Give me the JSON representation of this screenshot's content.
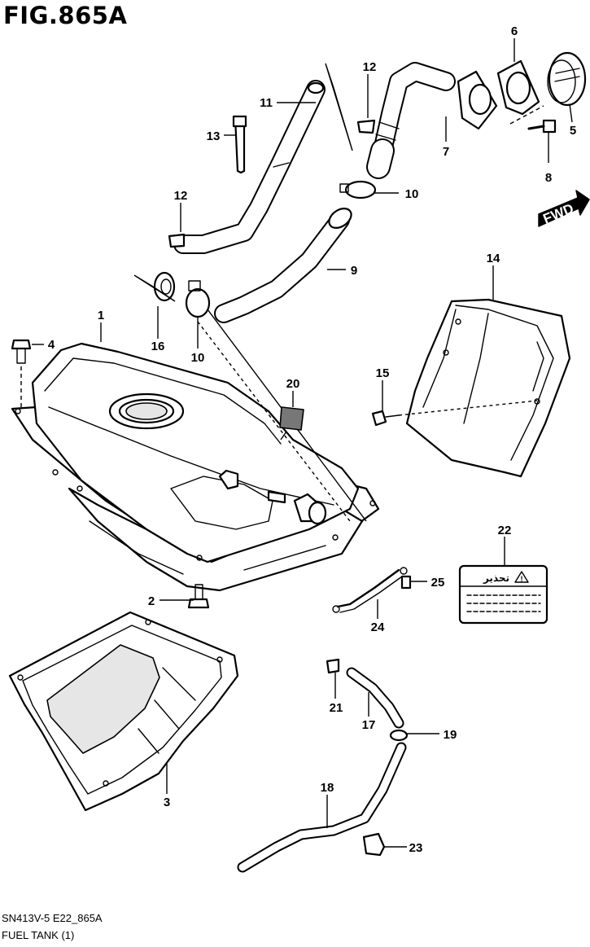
{
  "figure": {
    "title": "FIG.865A",
    "code": "SN413V-5 E22_865A",
    "caption": "FUEL TANK (1)"
  },
  "direction_tag": {
    "text": "FWD"
  },
  "warning_label": {
    "heading": "تحذير"
  },
  "callouts": [
    {
      "id": "c1",
      "text": "1"
    },
    {
      "id": "c2",
      "text": "2"
    },
    {
      "id": "c3",
      "text": "3"
    },
    {
      "id": "c4",
      "text": "4"
    },
    {
      "id": "c5",
      "text": "5"
    },
    {
      "id": "c6",
      "text": "6"
    },
    {
      "id": "c7",
      "text": "7"
    },
    {
      "id": "c8",
      "text": "8"
    },
    {
      "id": "c9",
      "text": "9"
    },
    {
      "id": "c10a",
      "text": "10"
    },
    {
      "id": "c10b",
      "text": "10"
    },
    {
      "id": "c11",
      "text": "11"
    },
    {
      "id": "c12a",
      "text": "12"
    },
    {
      "id": "c12b",
      "text": "12"
    },
    {
      "id": "c13",
      "text": "13"
    },
    {
      "id": "c14",
      "text": "14"
    },
    {
      "id": "c15",
      "text": "15"
    },
    {
      "id": "c16",
      "text": "16"
    },
    {
      "id": "c17",
      "text": "17"
    },
    {
      "id": "c18",
      "text": "18"
    },
    {
      "id": "c19",
      "text": "19"
    },
    {
      "id": "c20",
      "text": "20"
    },
    {
      "id": "c21",
      "text": "21"
    },
    {
      "id": "c22",
      "text": "22"
    },
    {
      "id": "c23",
      "text": "23"
    },
    {
      "id": "c24",
      "text": "24"
    },
    {
      "id": "c25",
      "text": "25"
    }
  ]
}
